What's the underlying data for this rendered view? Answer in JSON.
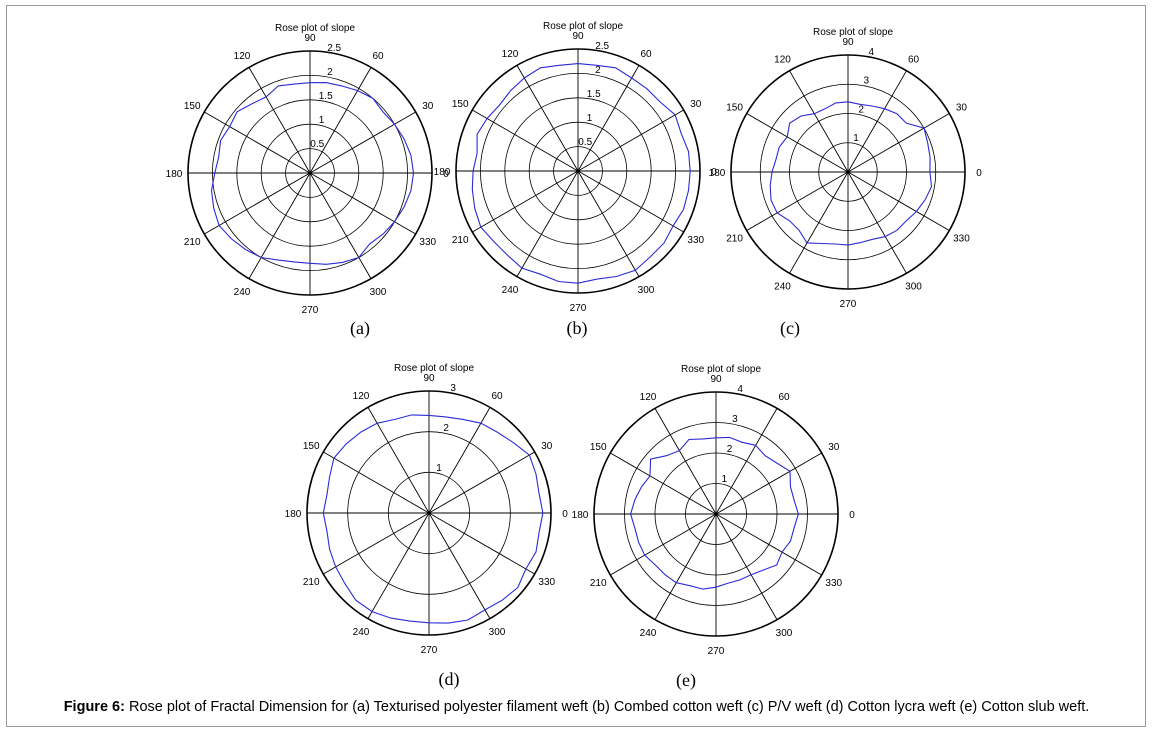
{
  "figure": {
    "caption_label": "Figure 6:",
    "caption_text": " Rose plot of Fractal Dimension for (a) Texturised polyester filament weft (b) Combed cotton weft (c) P/V weft (d) Cotton lycra weft (e) Cotton slub weft."
  },
  "colors": {
    "series": "#2b2bd6",
    "grid": "#000000"
  },
  "chart_data": [
    {
      "type": "polar-line",
      "label": "(a)",
      "title": "Rose plot of slope",
      "r_max": 2.5,
      "r_ticks": [
        0.5,
        1,
        1.5,
        2,
        2.5
      ],
      "r_tick_labels": [
        "0.5",
        "1",
        "1.5",
        "2",
        "2.5"
      ],
      "angle_ticks": [
        0,
        30,
        60,
        90,
        120,
        150,
        180,
        210,
        240,
        270,
        300,
        330
      ],
      "angle_tick_labels": [
        "0",
        "30",
        "60",
        "90",
        "120",
        "150",
        "180",
        "210",
        "240",
        "270",
        "300",
        "330"
      ],
      "theta": [
        0,
        10,
        20,
        30,
        40,
        50,
        60,
        70,
        80,
        90,
        100,
        110,
        120,
        130,
        140,
        150,
        160,
        170,
        180,
        190,
        200,
        210,
        220,
        230,
        240,
        250,
        260,
        270,
        280,
        290,
        300,
        310,
        320,
        330,
        340,
        350
      ],
      "r": [
        2.12,
        2.1,
        2.05,
        2.0,
        1.95,
        2.0,
        1.95,
        1.9,
        1.88,
        1.85,
        1.85,
        1.9,
        1.8,
        1.85,
        1.95,
        1.9,
        1.95,
        1.9,
        1.95,
        2.05,
        2.1,
        2.15,
        2.1,
        2.05,
        2.0,
        1.9,
        1.85,
        1.85,
        1.9,
        1.95,
        2.0,
        1.9,
        1.95,
        2.0,
        2.05,
        2.1
      ]
    },
    {
      "type": "polar-line",
      "label": "(b)",
      "title": "Rose plot of slope",
      "r_max": 2.5,
      "r_ticks": [
        0.5,
        1,
        1.5,
        2,
        2.5
      ],
      "r_tick_labels": [
        "0.5",
        "1",
        "1.5",
        "2",
        "2.5"
      ],
      "angle_ticks": [
        0,
        30,
        60,
        90,
        120,
        150,
        180,
        210,
        240,
        270,
        300,
        330
      ],
      "angle_tick_labels": [
        "0",
        "30",
        "60",
        "90",
        "120",
        "150",
        "180",
        "210",
        "240",
        "270",
        "300",
        "330"
      ],
      "theta": [
        0,
        10,
        20,
        30,
        40,
        50,
        60,
        70,
        80,
        90,
        100,
        110,
        120,
        130,
        140,
        150,
        160,
        170,
        180,
        190,
        200,
        210,
        220,
        230,
        240,
        250,
        260,
        270,
        280,
        290,
        300,
        310,
        320,
        330,
        340,
        350
      ],
      "r": [
        2.3,
        2.3,
        2.25,
        2.3,
        2.2,
        2.2,
        2.2,
        2.25,
        2.2,
        2.2,
        2.2,
        2.25,
        2.2,
        2.15,
        2.1,
        2.15,
        2.2,
        2.1,
        2.15,
        2.2,
        2.25,
        2.3,
        2.25,
        2.25,
        2.3,
        2.25,
        2.3,
        2.3,
        2.25,
        2.3,
        2.35,
        2.3,
        2.3,
        2.25,
        2.3,
        2.3
      ]
    },
    {
      "type": "polar-line",
      "label": "(c)",
      "title": "Rose plot of slope",
      "r_max": 4,
      "r_ticks": [
        1,
        2,
        3,
        4
      ],
      "r_tick_labels": [
        "1",
        "2",
        "3",
        "4"
      ],
      "angle_ticks": [
        0,
        30,
        60,
        90,
        120,
        150,
        180,
        210,
        240,
        270,
        300,
        330
      ],
      "angle_tick_labels": [
        "0",
        "30",
        "60",
        "90",
        "120",
        "150",
        "180",
        "210",
        "240",
        "270",
        "300",
        "330"
      ],
      "theta": [
        0,
        10,
        20,
        30,
        40,
        50,
        60,
        70,
        80,
        90,
        100,
        110,
        120,
        130,
        140,
        150,
        160,
        170,
        180,
        190,
        200,
        210,
        220,
        230,
        240,
        250,
        260,
        270,
        280,
        290,
        300,
        310,
        320,
        330,
        340,
        350
      ],
      "r": [
        2.8,
        2.85,
        2.9,
        3.0,
        2.6,
        2.6,
        2.5,
        2.4,
        2.35,
        2.4,
        2.4,
        2.3,
        2.3,
        2.5,
        2.6,
        2.4,
        2.5,
        2.5,
        2.6,
        2.7,
        2.8,
        2.8,
        2.6,
        2.6,
        2.8,
        2.6,
        2.5,
        2.5,
        2.45,
        2.45,
        2.55,
        2.6,
        2.6,
        2.7,
        2.8,
        2.9
      ]
    },
    {
      "type": "polar-line",
      "label": "(d)",
      "title": "Rose plot of slope",
      "r_max": 3,
      "r_ticks": [
        1,
        2,
        3
      ],
      "r_tick_labels": [
        "1",
        "2",
        "3"
      ],
      "angle_ticks": [
        0,
        30,
        60,
        90,
        120,
        150,
        180,
        210,
        240,
        270,
        300,
        330
      ],
      "angle_tick_labels": [
        "0",
        "30",
        "60",
        "90",
        "120",
        "150",
        "180",
        "210",
        "240",
        "270",
        "300",
        "330"
      ],
      "theta": [
        0,
        10,
        20,
        30,
        40,
        50,
        60,
        70,
        80,
        90,
        100,
        110,
        120,
        130,
        140,
        150,
        160,
        170,
        180,
        190,
        200,
        210,
        220,
        230,
        240,
        250,
        260,
        270,
        280,
        290,
        300,
        310,
        320,
        330,
        340,
        350
      ],
      "r": [
        2.8,
        2.75,
        2.8,
        2.85,
        2.7,
        2.6,
        2.55,
        2.45,
        2.4,
        2.4,
        2.45,
        2.45,
        2.55,
        2.6,
        2.65,
        2.7,
        2.6,
        2.55,
        2.6,
        2.55,
        2.6,
        2.65,
        2.7,
        2.8,
        2.8,
        2.75,
        2.7,
        2.7,
        2.75,
        2.8,
        2.75,
        2.8,
        2.85,
        2.75,
        2.8,
        2.75
      ]
    },
    {
      "type": "polar-line",
      "label": "(e)",
      "title": "Rose plot of slope",
      "r_max": 4,
      "r_ticks": [
        1,
        2,
        3,
        4
      ],
      "r_tick_labels": [
        "1",
        "2",
        "3",
        "4"
      ],
      "angle_ticks": [
        0,
        30,
        60,
        90,
        120,
        150,
        180,
        210,
        240,
        270,
        300,
        330
      ],
      "angle_tick_labels": [
        "0",
        "30",
        "60",
        "90",
        "120",
        "150",
        "180",
        "210",
        "240",
        "270",
        "300",
        "330"
      ],
      "theta": [
        0,
        10,
        20,
        30,
        40,
        50,
        60,
        70,
        80,
        90,
        100,
        110,
        120,
        130,
        140,
        150,
        160,
        170,
        180,
        190,
        200,
        210,
        220,
        230,
        240,
        250,
        260,
        270,
        280,
        290,
        300,
        310,
        320,
        330,
        340,
        350
      ],
      "r": [
        2.7,
        2.6,
        2.6,
        2.8,
        2.6,
        2.5,
        2.6,
        2.5,
        2.55,
        2.5,
        2.5,
        2.6,
        2.4,
        2.5,
        2.8,
        2.5,
        2.6,
        2.7,
        2.8,
        2.7,
        2.7,
        2.7,
        2.6,
        2.6,
        2.6,
        2.5,
        2.5,
        2.4,
        2.3,
        2.3,
        2.3,
        2.4,
        2.6,
        2.5,
        2.6,
        2.6
      ]
    }
  ]
}
